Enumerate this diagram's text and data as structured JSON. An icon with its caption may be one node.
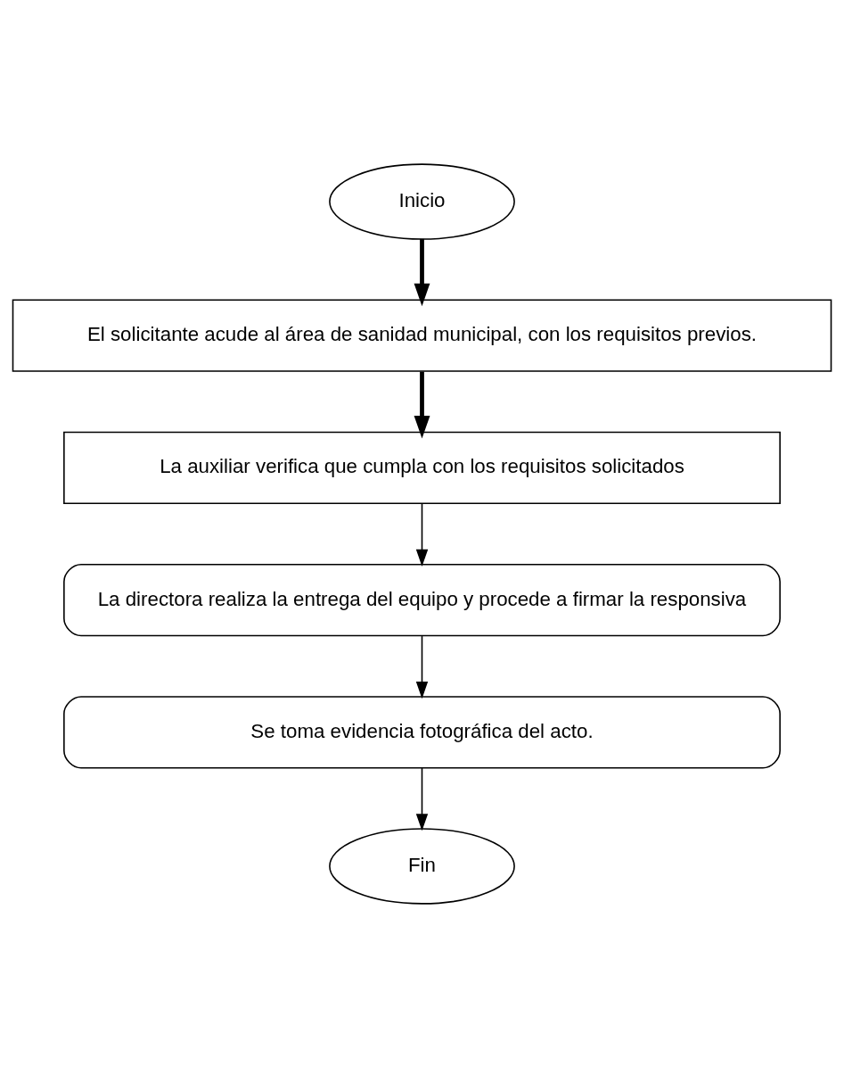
{
  "diagram": {
    "nodes": [
      {
        "text": [
          "Inicio"
        ]
      },
      {
        "text": [
          "El solicitante acude al área de sanidad municipal, con los requisitos previos."
        ]
      },
      {
        "text": [
          "La auxiliar verifica que cumpla con los requisitos solicitados"
        ]
      },
      {
        "text": [
          "La directora realiza la entrega del equipo y procede a firmar la responsiva"
        ]
      },
      {
        "text": [
          "Se toma evidencia fotográfica del acto."
        ]
      },
      {
        "text": [
          "Fin"
        ]
      }
    ],
    "edges": [
      {
        "from": 0,
        "to": 1,
        "arrow": "to",
        "style": "thick"
      },
      {
        "from": 1,
        "to": 2,
        "arrow": "to",
        "style": "thick"
      },
      {
        "from": 2,
        "to": 3,
        "arrow": "to"
      },
      {
        "from": 3,
        "to": 4,
        "arrow": "to"
      },
      {
        "from": 4,
        "to": 5,
        "arrow": "to"
      }
    ]
  }
}
